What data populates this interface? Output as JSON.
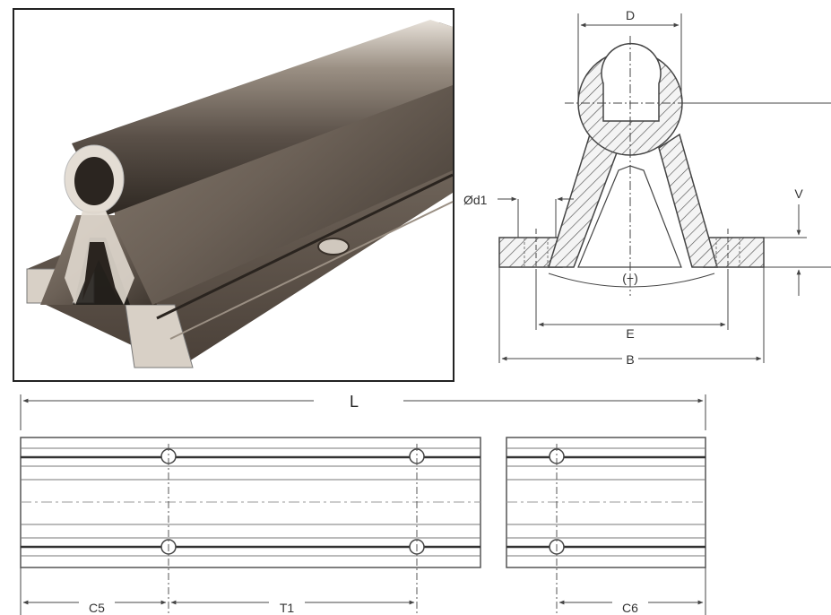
{
  "labels": {
    "D": "D",
    "d1": "Ød1",
    "V": "V",
    "angle": "(+)",
    "E": "E",
    "B": "B",
    "L": "L",
    "C5": "C5",
    "T1": "T1",
    "C6": "C6"
  },
  "colors": {
    "line": "#444444",
    "rail_dark": "#4a4038",
    "rail_light": "#c9bfb2",
    "frame": "#222222"
  }
}
